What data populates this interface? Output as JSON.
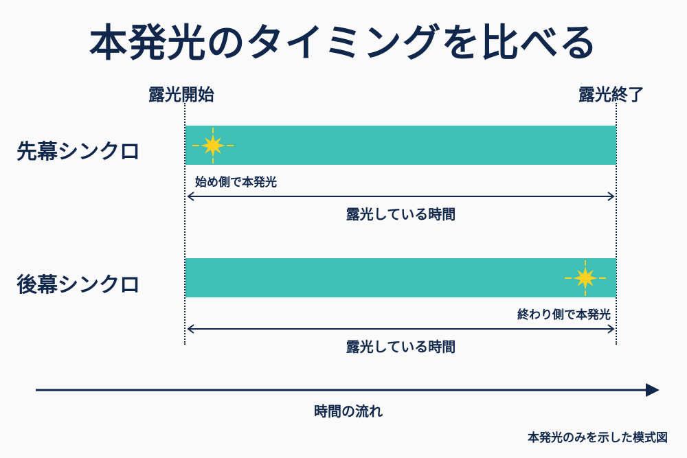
{
  "title": "本発光のタイミングを比べる",
  "markers": {
    "start": "露光開始",
    "end": "露光終了"
  },
  "rows": [
    {
      "label": "先幕シンクロ",
      "flash_note": "始め側で本発光",
      "span_label": "露光している時間",
      "flash_position": "start"
    },
    {
      "label": "後幕シンクロ",
      "flash_note": "終わり側で本発光",
      "span_label": "露光している時間",
      "flash_position": "end"
    }
  ],
  "time_axis": {
    "label": "時間の流れ"
  },
  "caption": "本発光のみを示した模式図",
  "colors": {
    "bar": "#3fbfb6",
    "ink": "#10264a",
    "flash": "#ffd21f",
    "background": "#fafafa"
  }
}
